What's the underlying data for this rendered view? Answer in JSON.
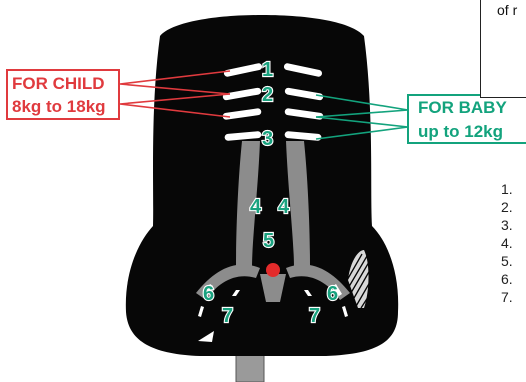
{
  "note": {
    "text": "of r"
  },
  "child_label": {
    "line1": "FOR CHILD",
    "line2": "8kg to 18kg"
  },
  "baby_label": {
    "line1": "FOR BABY",
    "line2": "up to 12kg"
  },
  "seat_numbers": {
    "n1": "1",
    "n2": "2",
    "n3": "3",
    "n4a": "4",
    "n4b": "4",
    "n5": "5",
    "n6a": "6",
    "n6b": "6",
    "n7a": "7",
    "n7b": "7"
  },
  "legend": [
    "1.",
    "2.",
    "3.",
    "4.",
    "5.",
    "6.",
    "7."
  ],
  "colors": {
    "seat": "#070707",
    "child": "#e03a3e",
    "baby": "#13a37d",
    "strap": "#8c8c8c",
    "buckle": "#e32b2b",
    "number": "#19a27f"
  }
}
